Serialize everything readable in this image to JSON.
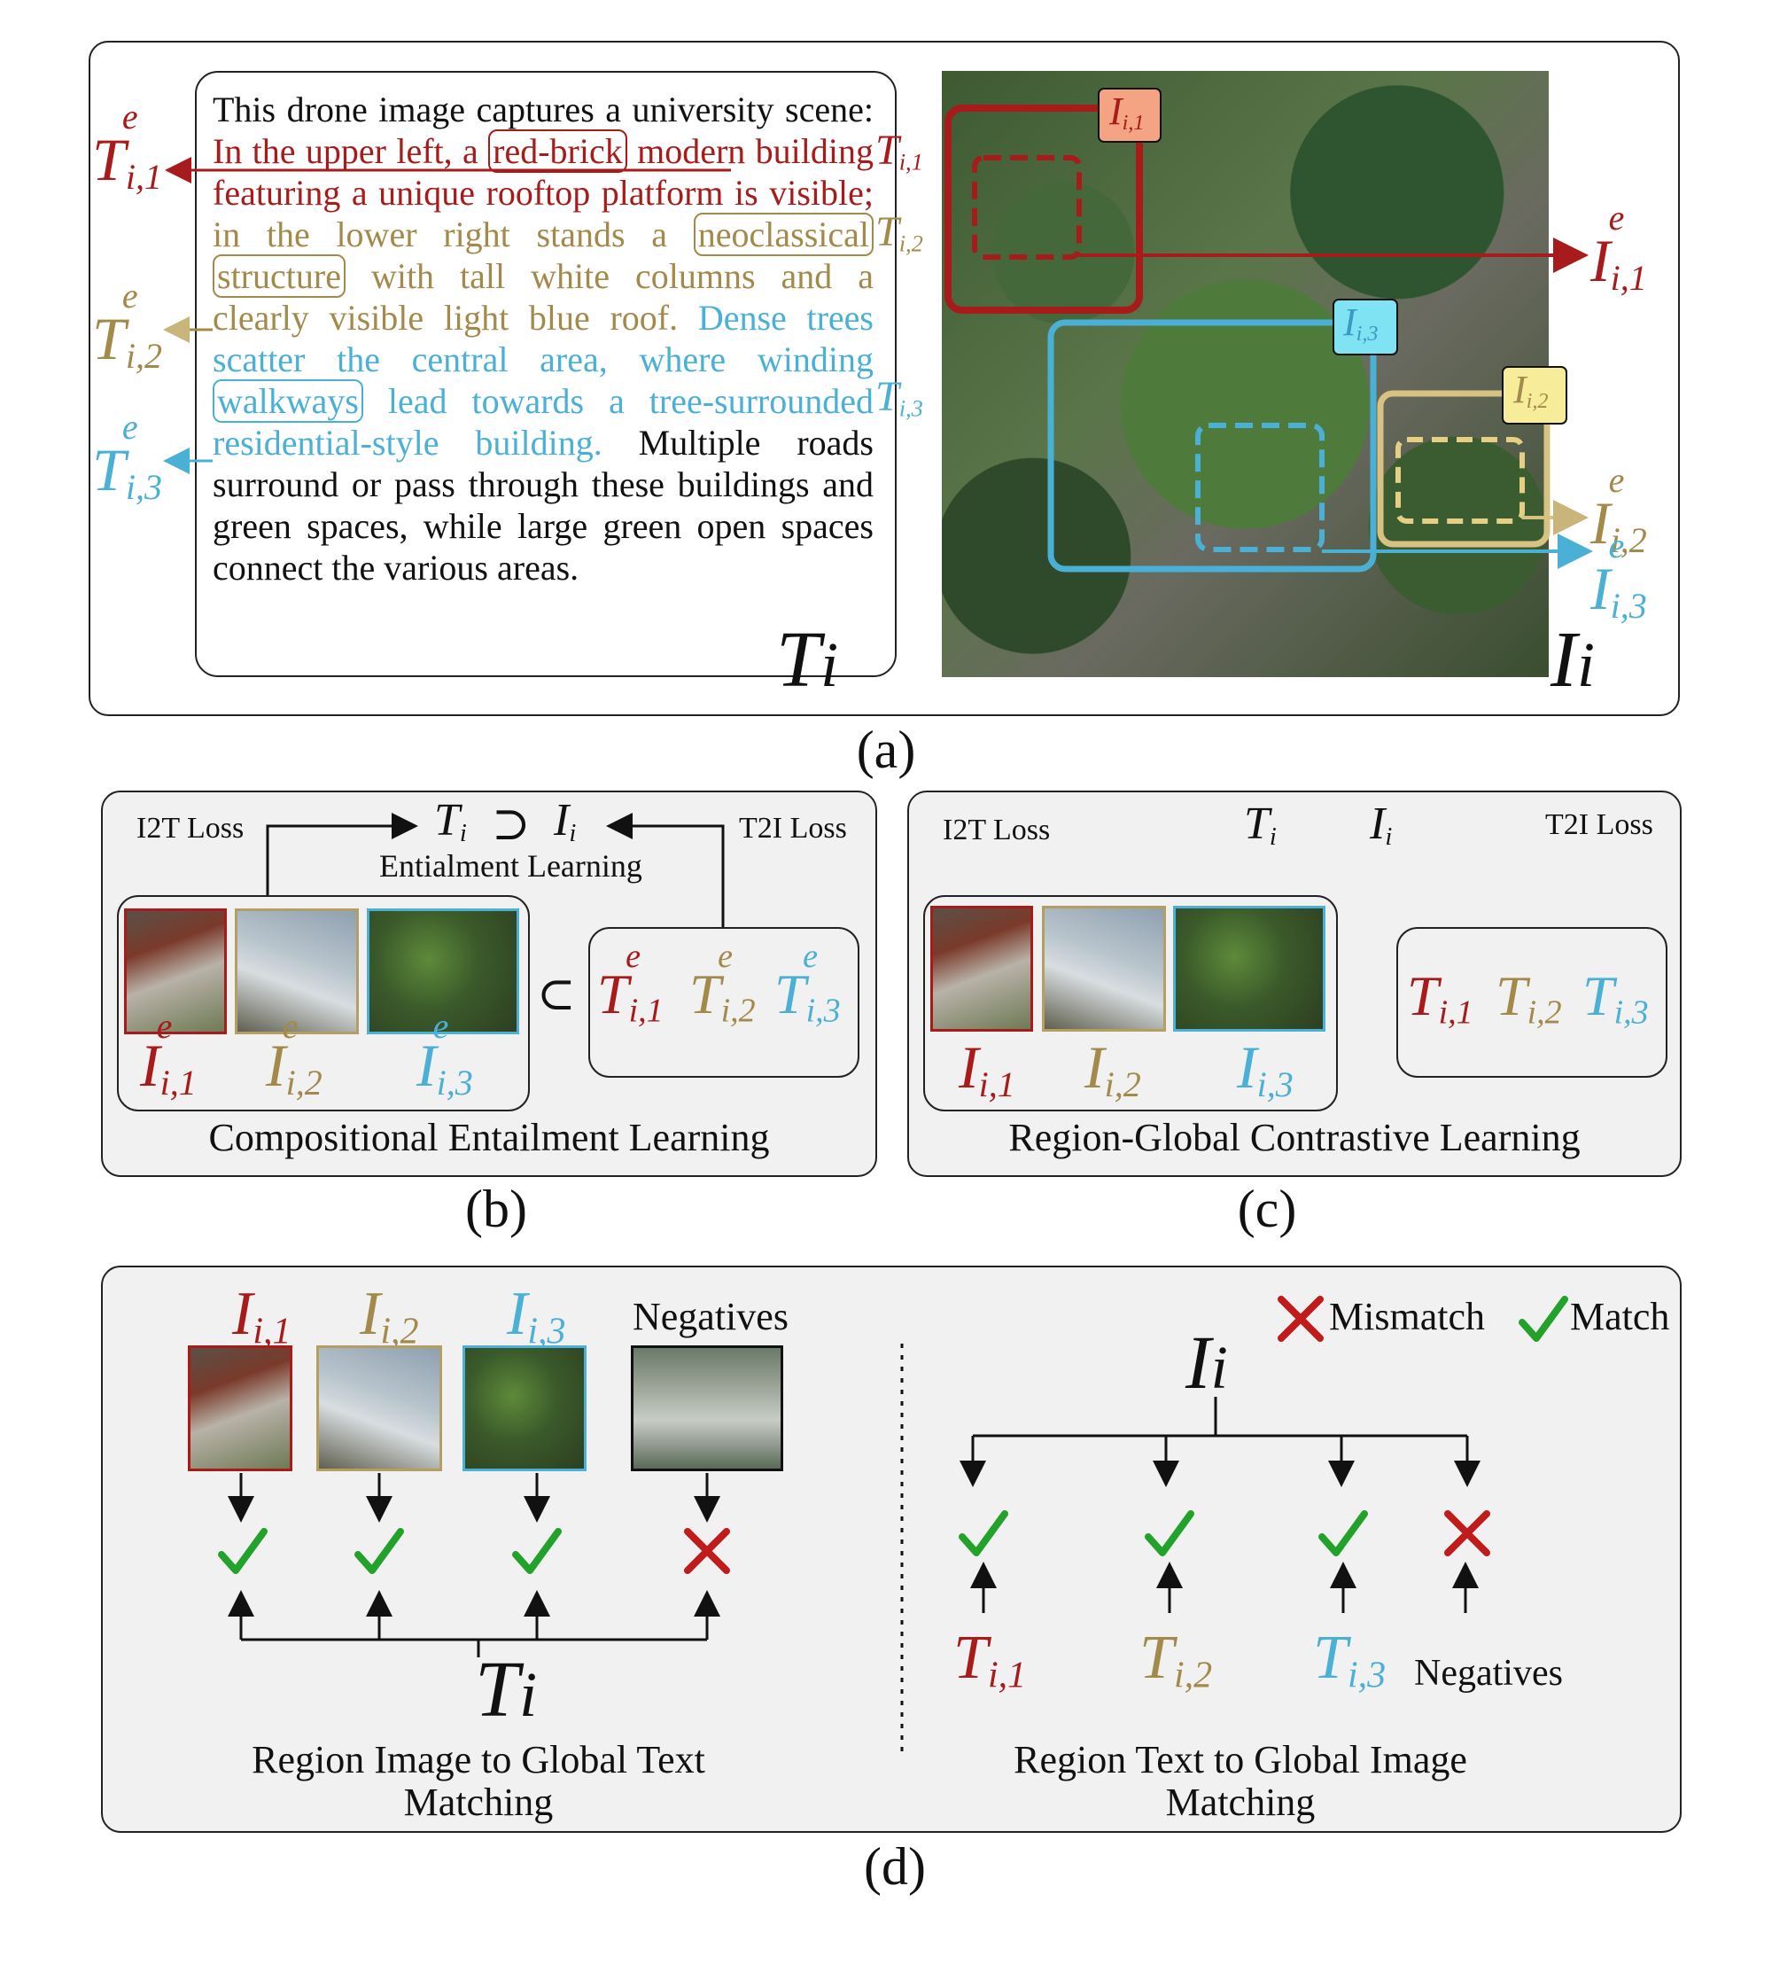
{
  "panel_a": {
    "paragraph": {
      "p1": "This drone image captures a university scene:",
      "p2": " In the upper left, a ",
      "p2_box": "red-brick",
      "p3": " modern building featuring a unique rooftop platform is visible;",
      "p4": " in the lower right stands a ",
      "p4_box1": "neoclassical",
      "p4_mid": " ",
      "p4_box2": "structure",
      "p5": " with tall white columns and a clearly visible light blue roof.",
      "p6": " Dense trees scatter the central area, where winding ",
      "p6_box": "walkways",
      "p7": " lead towards a tree-surrounded residential-style building.",
      "p8": " Multiple roads surround or pass through these buildings and green spaces, while large green open spaces connect the various areas."
    },
    "text_symbol": {
      "base": "T",
      "sub": "i"
    },
    "image_symbol": {
      "base": "I",
      "sub": "i"
    },
    "text_regions": [
      {
        "base": "T",
        "sub": "i,1",
        "color": "#a81b1b"
      },
      {
        "base": "T",
        "sub": "i,2",
        "color": "#a38a4b"
      },
      {
        "base": "T",
        "sub": "i,3",
        "color": "#4bb0d6"
      }
    ],
    "text_embeds": [
      {
        "base": "T",
        "sub": "i,1",
        "sup": "e",
        "color": "#a81b1b"
      },
      {
        "base": "T",
        "sub": "i,2",
        "sup": "e",
        "color": "#a38a4b"
      },
      {
        "base": "T",
        "sub": "i,3",
        "sup": "e",
        "color": "#4bb0d6"
      }
    ],
    "image_regions": [
      {
        "base": "I",
        "sub": "i,1",
        "color": "#a81b1b",
        "fill": "#f4a383"
      },
      {
        "base": "I",
        "sub": "i,3",
        "color": "#4bb0d6",
        "fill": "#7fe3f4"
      },
      {
        "base": "I",
        "sub": "i,2",
        "color": "#b49e62",
        "fill": "#f7ec9a"
      }
    ],
    "image_embeds": [
      {
        "base": "I",
        "sub": "i,1",
        "sup": "e",
        "color": "#a81b1b"
      },
      {
        "base": "I",
        "sub": "i,2",
        "sup": "e",
        "color": "#b49e62"
      },
      {
        "base": "I",
        "sub": "i,3",
        "sup": "e",
        "color": "#4bb0d6"
      }
    ],
    "caption": "(a)"
  },
  "panel_b": {
    "i2t_loss": "I2T Loss",
    "t2i_loss": "T2I Loss",
    "relation_left": {
      "base": "T",
      "sub": "i"
    },
    "relation_op": "⊃",
    "relation_right": {
      "base": "I",
      "sub": "i"
    },
    "relation_label": "Entialment Learning",
    "subset_op": "⊂",
    "image_embeds": [
      {
        "base": "I",
        "sub": "i,1",
        "sup": "e",
        "color": "#a81b1b"
      },
      {
        "base": "I",
        "sub": "i,2",
        "sup": "e",
        "color": "#a38a4b"
      },
      {
        "base": "I",
        "sub": "i,3",
        "sup": "e",
        "color": "#4bb0d6"
      }
    ],
    "text_embeds": [
      {
        "base": "T",
        "sub": "i,1",
        "sup": "e",
        "color": "#a81b1b"
      },
      {
        "base": "T",
        "sub": "i,2",
        "sup": "e",
        "color": "#a38a4b"
      },
      {
        "base": "T",
        "sub": "i,3",
        "sup": "e",
        "color": "#4bb0d6"
      }
    ],
    "title": "Compositional Entailment Learning",
    "caption": "(b)"
  },
  "panel_c": {
    "i2t_loss": "I2T Loss",
    "t2i_loss": "T2I Loss",
    "text_target": {
      "base": "T",
      "sub": "i"
    },
    "image_target": {
      "base": "I",
      "sub": "i"
    },
    "image_regions": [
      {
        "base": "I",
        "sub": "i,1",
        "color": "#a81b1b"
      },
      {
        "base": "I",
        "sub": "i,2",
        "color": "#a38a4b"
      },
      {
        "base": "I",
        "sub": "i,3",
        "color": "#4bb0d6"
      }
    ],
    "text_regions": [
      {
        "base": "T",
        "sub": "i,1",
        "color": "#a81b1b"
      },
      {
        "base": "T",
        "sub": "i,2",
        "color": "#a38a4b"
      },
      {
        "base": "T",
        "sub": "i,3",
        "color": "#4bb0d6"
      }
    ],
    "title": "Region-Global Contrastive Learning",
    "caption": "(c)"
  },
  "panel_d": {
    "legend_mismatch": "Mismatch",
    "legend_match": "Match",
    "left": {
      "image_labels": [
        {
          "base": "I",
          "sub": "i,1",
          "color": "#a81b1b"
        },
        {
          "base": "I",
          "sub": "i,2",
          "color": "#a38a4b"
        },
        {
          "base": "I",
          "sub": "i,3",
          "color": "#4bb0d6"
        }
      ],
      "negatives": "Negatives",
      "results": [
        "match",
        "match",
        "match",
        "mismatch"
      ],
      "target": {
        "base": "T",
        "sub": "i"
      },
      "title_line1": "Region Image to Global Text",
      "title_line2": "Matching"
    },
    "right": {
      "target": {
        "base": "I",
        "sub": "i"
      },
      "results": [
        "match",
        "match",
        "match",
        "mismatch"
      ],
      "text_labels": [
        {
          "base": "T",
          "sub": "i,1",
          "color": "#a81b1b"
        },
        {
          "base": "T",
          "sub": "i,2",
          "color": "#a38a4b"
        },
        {
          "base": "T",
          "sub": "i,3",
          "color": "#4bb0d6"
        }
      ],
      "negatives": "Negatives",
      "title_line1": "Region Text to Global Image",
      "title_line2": "Matching"
    },
    "caption": "(d)"
  },
  "colors": {
    "match": "#22a22a",
    "mismatch": "#c01c1c",
    "red": "#a81b1b",
    "gold": "#a38a4b",
    "blue": "#4bb0d6"
  },
  "icons": {
    "match": "check-icon",
    "mismatch": "cross-icon"
  }
}
